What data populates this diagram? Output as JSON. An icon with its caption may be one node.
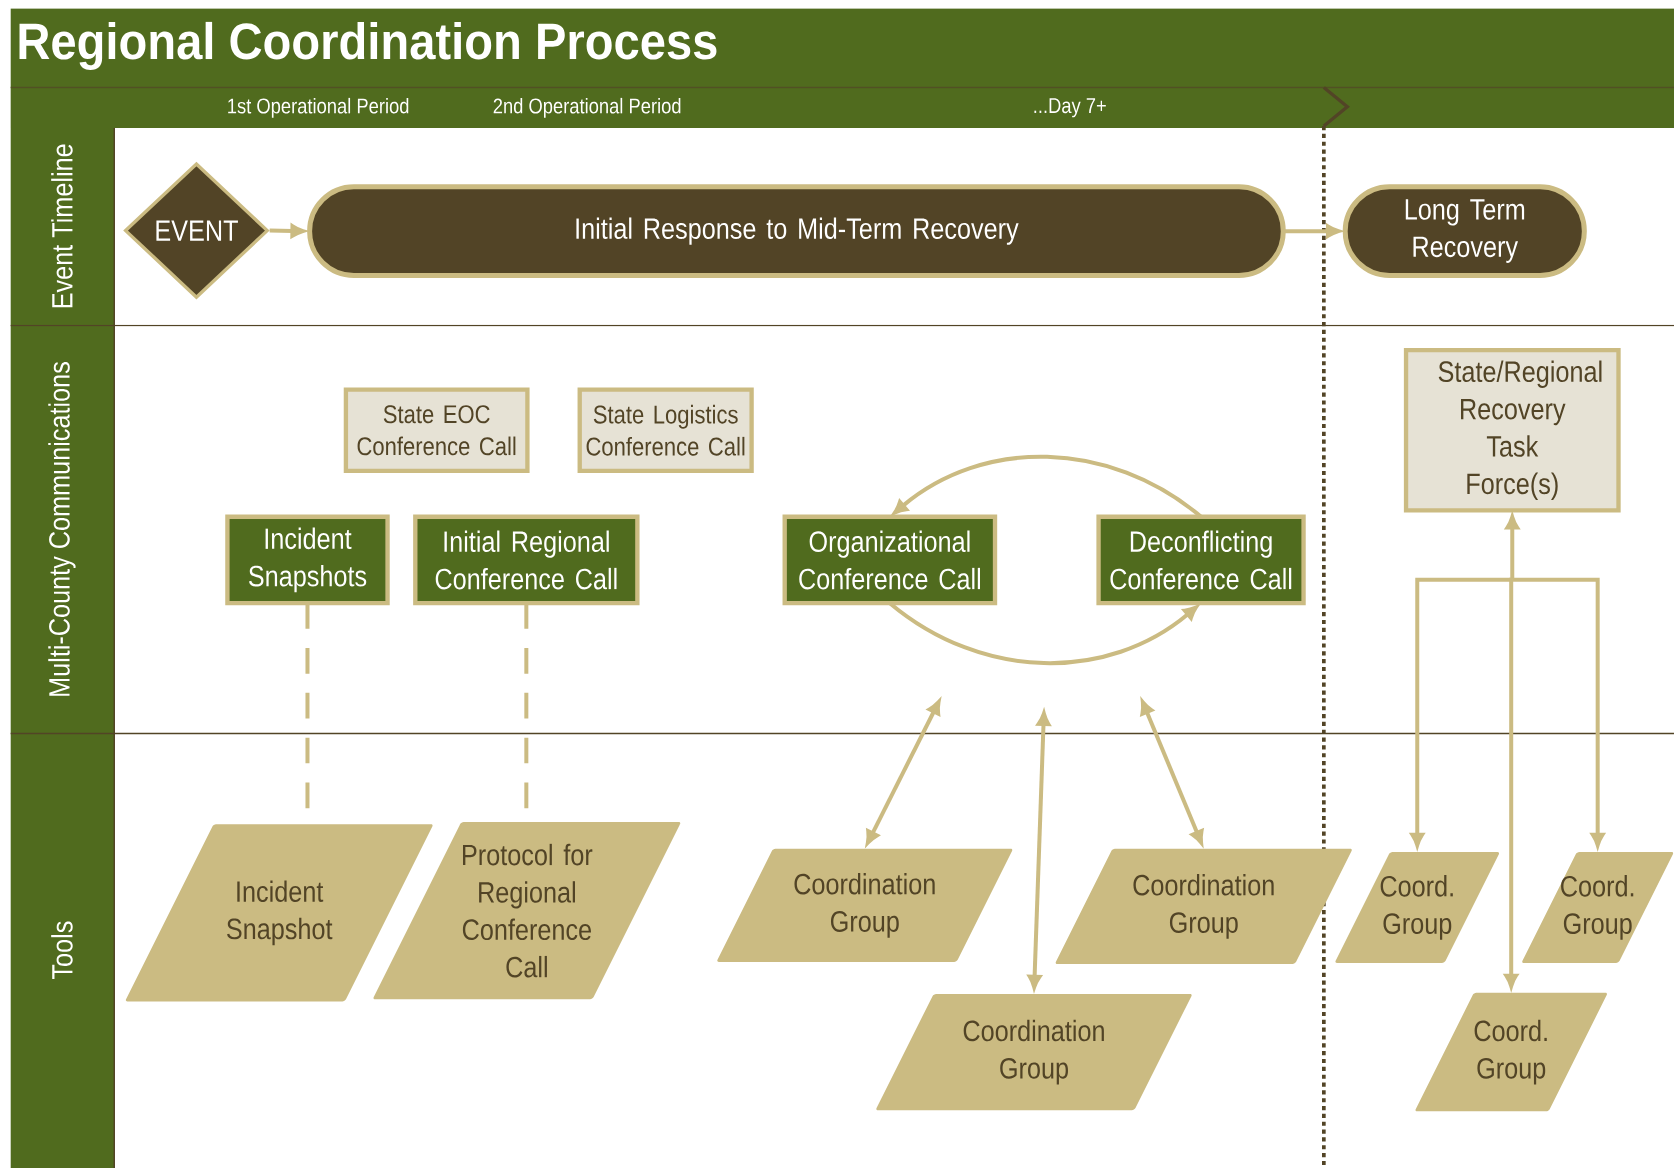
{
  "diagram": {
    "title": "Regional Coordination Process",
    "nodes": [
      {
        "text": [
          "EVENT"
        ]
      },
      {
        "text": [
          "Initial Response to Mid-Term Recovery"
        ]
      },
      {
        "text": [
          "Long Term Recovery"
        ]
      },
      {
        "text": [
          "State EOC Conference Call"
        ]
      },
      {
        "text": [
          "State Logistics Conference Call"
        ]
      },
      {
        "text": [
          "State/Regional Recovery Task Force(s)"
        ]
      },
      {
        "text": [
          "Incident Snapshots"
        ]
      },
      {
        "text": [
          "Initial Regional Conference Call"
        ]
      },
      {
        "text": [
          "Organizational Conference Call"
        ]
      },
      {
        "text": [
          "Deconflicting Conference Call"
        ]
      },
      {
        "text": [
          "Incident Snapshot"
        ]
      },
      {
        "text": [
          "Protocol for Regional Conference Call"
        ]
      },
      {
        "text": [
          "Coordination Group"
        ]
      },
      {
        "text": [
          "Coordination Group"
        ]
      },
      {
        "text": [
          "Coordination Group"
        ]
      },
      {
        "text": [
          "Coord. Group"
        ]
      },
      {
        "text": [
          "Coord. Group"
        ]
      },
      {
        "text": [
          "Coord. Group"
        ]
      }
    ],
    "edges": [
      {
        "from": 0,
        "to": 1,
        "arrow": "to"
      },
      {
        "from": 1,
        "to": 2,
        "arrow": "to"
      },
      {
        "from": 6,
        "to": 10,
        "arrow": "none",
        "style": "dashed"
      },
      {
        "from": 7,
        "to": 11,
        "arrow": "none",
        "style": "dashed"
      },
      {
        "from": 8,
        "to": 9,
        "arrow": "to"
      },
      {
        "from": 9,
        "to": 8,
        "arrow": "to"
      },
      {
        "from": 12,
        "to": null,
        "arrow": "both"
      },
      {
        "from": 14,
        "to": null,
        "arrow": "both"
      },
      {
        "from": 13,
        "to": null,
        "arrow": "both"
      },
      {
        "from": 5,
        "to": 15,
        "arrow": "both"
      },
      {
        "from": 5,
        "to": 17,
        "arrow": "both"
      },
      {
        "from": 5,
        "to": 16,
        "arrow": "both"
      }
    ],
    "labels": [
      "1st Operational Period",
      "2nd Operational Period",
      "...Day 7+",
      "Event Timeline",
      "Multi-County Communications",
      "Tools"
    ]
  }
}
